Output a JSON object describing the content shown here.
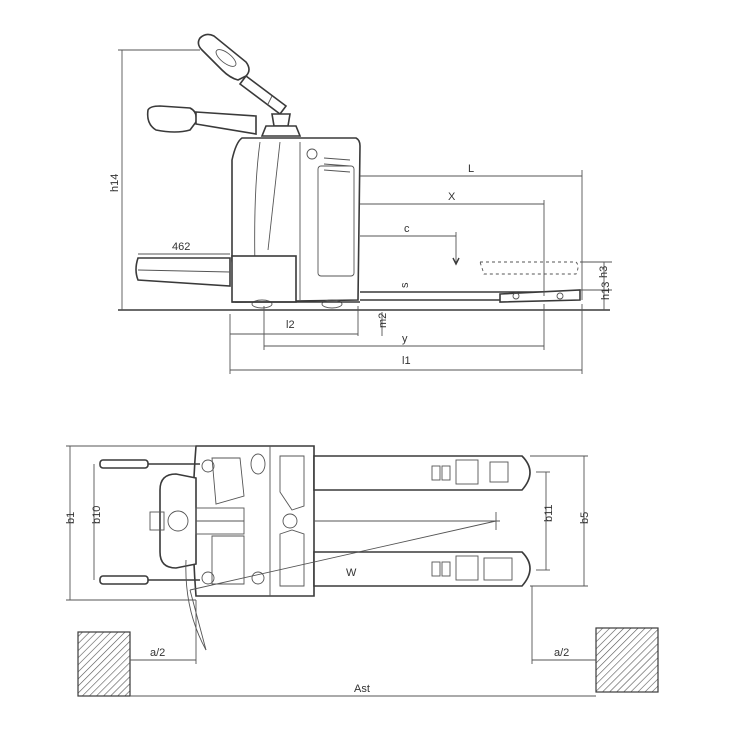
{
  "diagram": {
    "side_view": {
      "labels": {
        "h14": "h14",
        "L": "L",
        "X": "X",
        "c": "c",
        "d462": "462",
        "s": "s",
        "h3": "h3",
        "h13": "h13",
        "l2": "l2",
        "m2": "m2",
        "y": "y",
        "l1": "l1"
      }
    },
    "top_view": {
      "labels": {
        "b1": "b1",
        "b10": "b10",
        "b11": "b11",
        "b5": "b5",
        "W": "W",
        "a2_left": "a/2",
        "a2_right": "a/2",
        "Ast": "Ast"
      }
    },
    "colors": {
      "line": "#3a3a3a",
      "hatch": "#555555",
      "background": "#ffffff"
    }
  }
}
